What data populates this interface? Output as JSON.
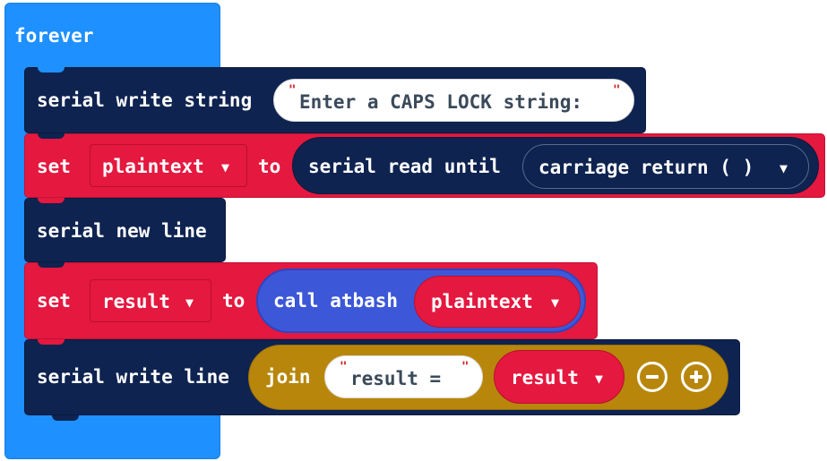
{
  "forever": {
    "label": "forever"
  },
  "block1": {
    "label": "serial write string",
    "value": "Enter a CAPS LOCK string: "
  },
  "block2": {
    "set_label": "set",
    "variable": "plaintext",
    "to_label": "to",
    "read_label": "serial read until",
    "delimiter": "carriage return ( )"
  },
  "block3": {
    "label": "serial new line"
  },
  "block4": {
    "set_label": "set",
    "variable": "result",
    "to_label": "to",
    "call_label": "call atbash",
    "arg_variable": "plaintext"
  },
  "block5": {
    "label": "serial write line",
    "join_label": "join",
    "string_value": "result = ",
    "variable": "result"
  },
  "icons": {
    "dropdown": "caret-down-icon",
    "remove": "minus-circle-icon",
    "add": "plus-circle-icon"
  },
  "colors": {
    "forever": "#1e90ff",
    "serial": "#0e2350",
    "variables": "#e5183f",
    "functions": "#3c58d8",
    "text": "#b8860b"
  }
}
